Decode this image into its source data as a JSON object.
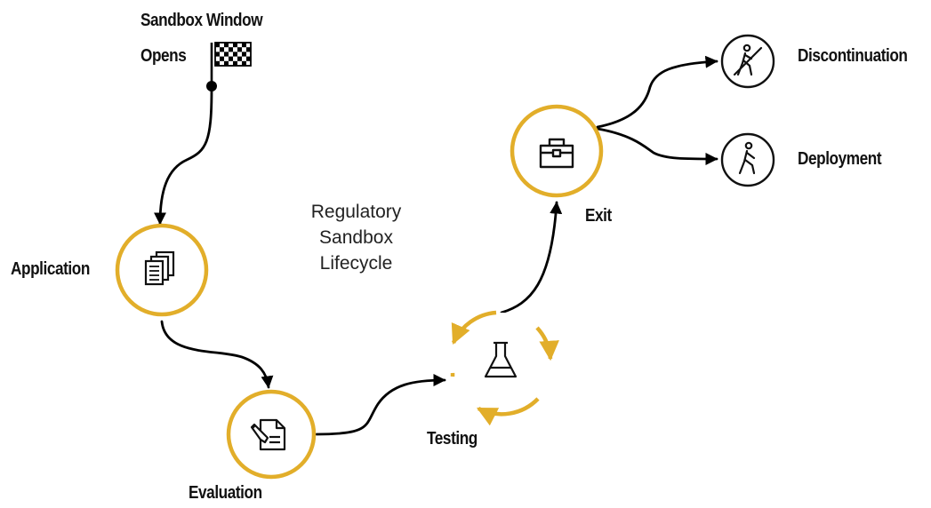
{
  "start": {
    "line1": "Sandbox Window",
    "line2": "Opens",
    "icon": "checkered-flag-icon"
  },
  "title": {
    "line1": "Regulatory",
    "line2": "Sandbox",
    "line3": "Lifecycle"
  },
  "stages": {
    "application": {
      "label": "Application",
      "icon": "documents-icon"
    },
    "evaluation": {
      "label": "Evaluation",
      "icon": "document-edit-icon"
    },
    "testing": {
      "label": "Testing",
      "icon": "flask-icon"
    },
    "exit": {
      "label": "Exit",
      "icon": "toolbox-icon"
    }
  },
  "outcomes": {
    "discontinuation": {
      "label": "Discontinuation",
      "icon": "walk-prohibited-icon"
    },
    "deployment": {
      "label": "Deployment",
      "icon": "walking-person-icon"
    }
  },
  "colors": {
    "accent": "#E2AE2A",
    "line": "#000000",
    "text": "#111111"
  }
}
